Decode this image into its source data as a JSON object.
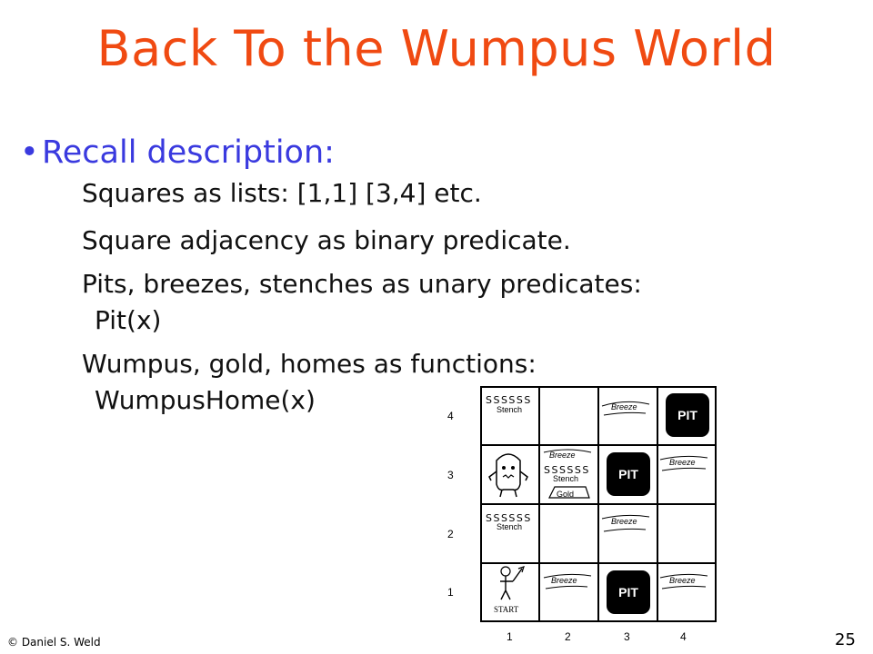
{
  "slide": {
    "title": "Back To the Wumpus World",
    "bullet": "Recall description:",
    "lines": [
      "Squares as lists: [1,1] [3,4] etc.",
      "Square adjacency as binary predicate.",
      "Pits, breezes, stenches as unary predicates:",
      "Pit(x)",
      "Wumpus, gold, homes as functions:",
      "WumpusHome(x)"
    ],
    "footer_left": "© Daniel S. Weld",
    "page_number": "25"
  },
  "grid": {
    "row_labels": [
      "4",
      "3",
      "2",
      "1"
    ],
    "col_labels": [
      "1",
      "2",
      "3",
      "4"
    ],
    "pit_label": "PIT",
    "breeze_label": "Breeze",
    "stench_label": "Stench",
    "gold_label": "Gold",
    "start_label": "START",
    "stench_waves": "S S S S S S"
  }
}
